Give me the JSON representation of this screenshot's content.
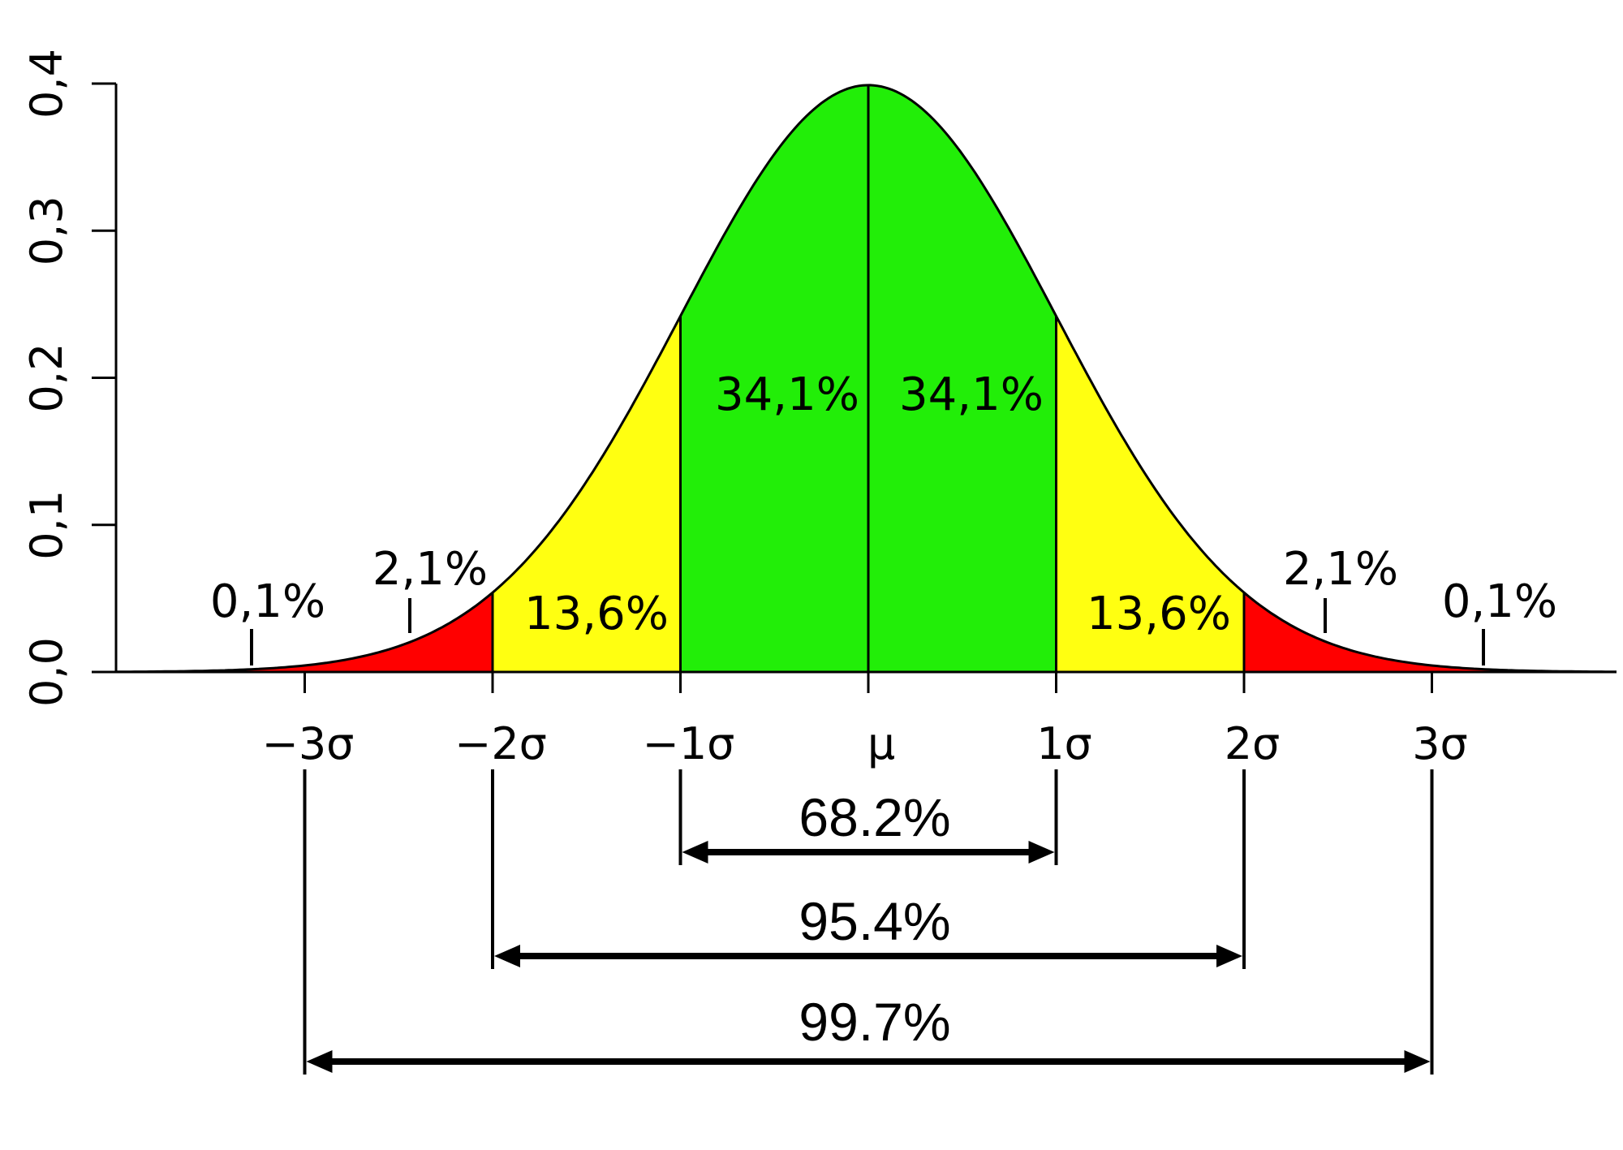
{
  "chart_data": {
    "type": "area",
    "distribution": "standard normal density",
    "xlim": [
      -4,
      4
    ],
    "ylim": [
      0,
      0.4
    ],
    "x_ticks": [
      "−3σ",
      "−2σ",
      "−1σ",
      "μ",
      "1σ",
      "2σ",
      "3σ"
    ],
    "y_ticks": [
      "0,0",
      "0,1",
      "0,2",
      "0,3",
      "0,4"
    ],
    "y_tick_values": [
      0.0,
      0.1,
      0.2,
      0.3,
      0.4
    ],
    "regions": [
      {
        "from": -1,
        "to": 0,
        "label": "34,1%",
        "value": 34.1,
        "color": "#22ee08"
      },
      {
        "from": 0,
        "to": 1,
        "label": "34,1%",
        "value": 34.1,
        "color": "#22ee08"
      },
      {
        "from": -2,
        "to": -1,
        "label": "13,6%",
        "value": 13.6,
        "color": "#ffff11"
      },
      {
        "from": 1,
        "to": 2,
        "label": "13,6%",
        "value": 13.6,
        "color": "#ffff11"
      },
      {
        "from": -3,
        "to": -2,
        "label": "2,1%",
        "value": 2.1,
        "color": "#ff0000"
      },
      {
        "from": 2,
        "to": 3,
        "label": "2,1%",
        "value": 2.1,
        "color": "#ff0000"
      },
      {
        "from": -4,
        "to": -3,
        "label": "0,1%",
        "value": 0.1,
        "color": "#ff0000"
      },
      {
        "from": 3,
        "to": 4,
        "label": "0,1%",
        "value": 0.1,
        "color": "#ff0000"
      }
    ],
    "intervals": [
      {
        "from": -1,
        "to": 1,
        "label": "68.2%",
        "value": 68.2
      },
      {
        "from": -2,
        "to": 2,
        "label": "95.4%",
        "value": 95.4
      },
      {
        "from": -3,
        "to": 3,
        "label": "99.7%",
        "value": 99.7
      }
    ],
    "colors": {
      "center": "#22ee08",
      "middle": "#ffff11",
      "tail": "#ff0000",
      "line": "#000000"
    },
    "grid": false
  }
}
